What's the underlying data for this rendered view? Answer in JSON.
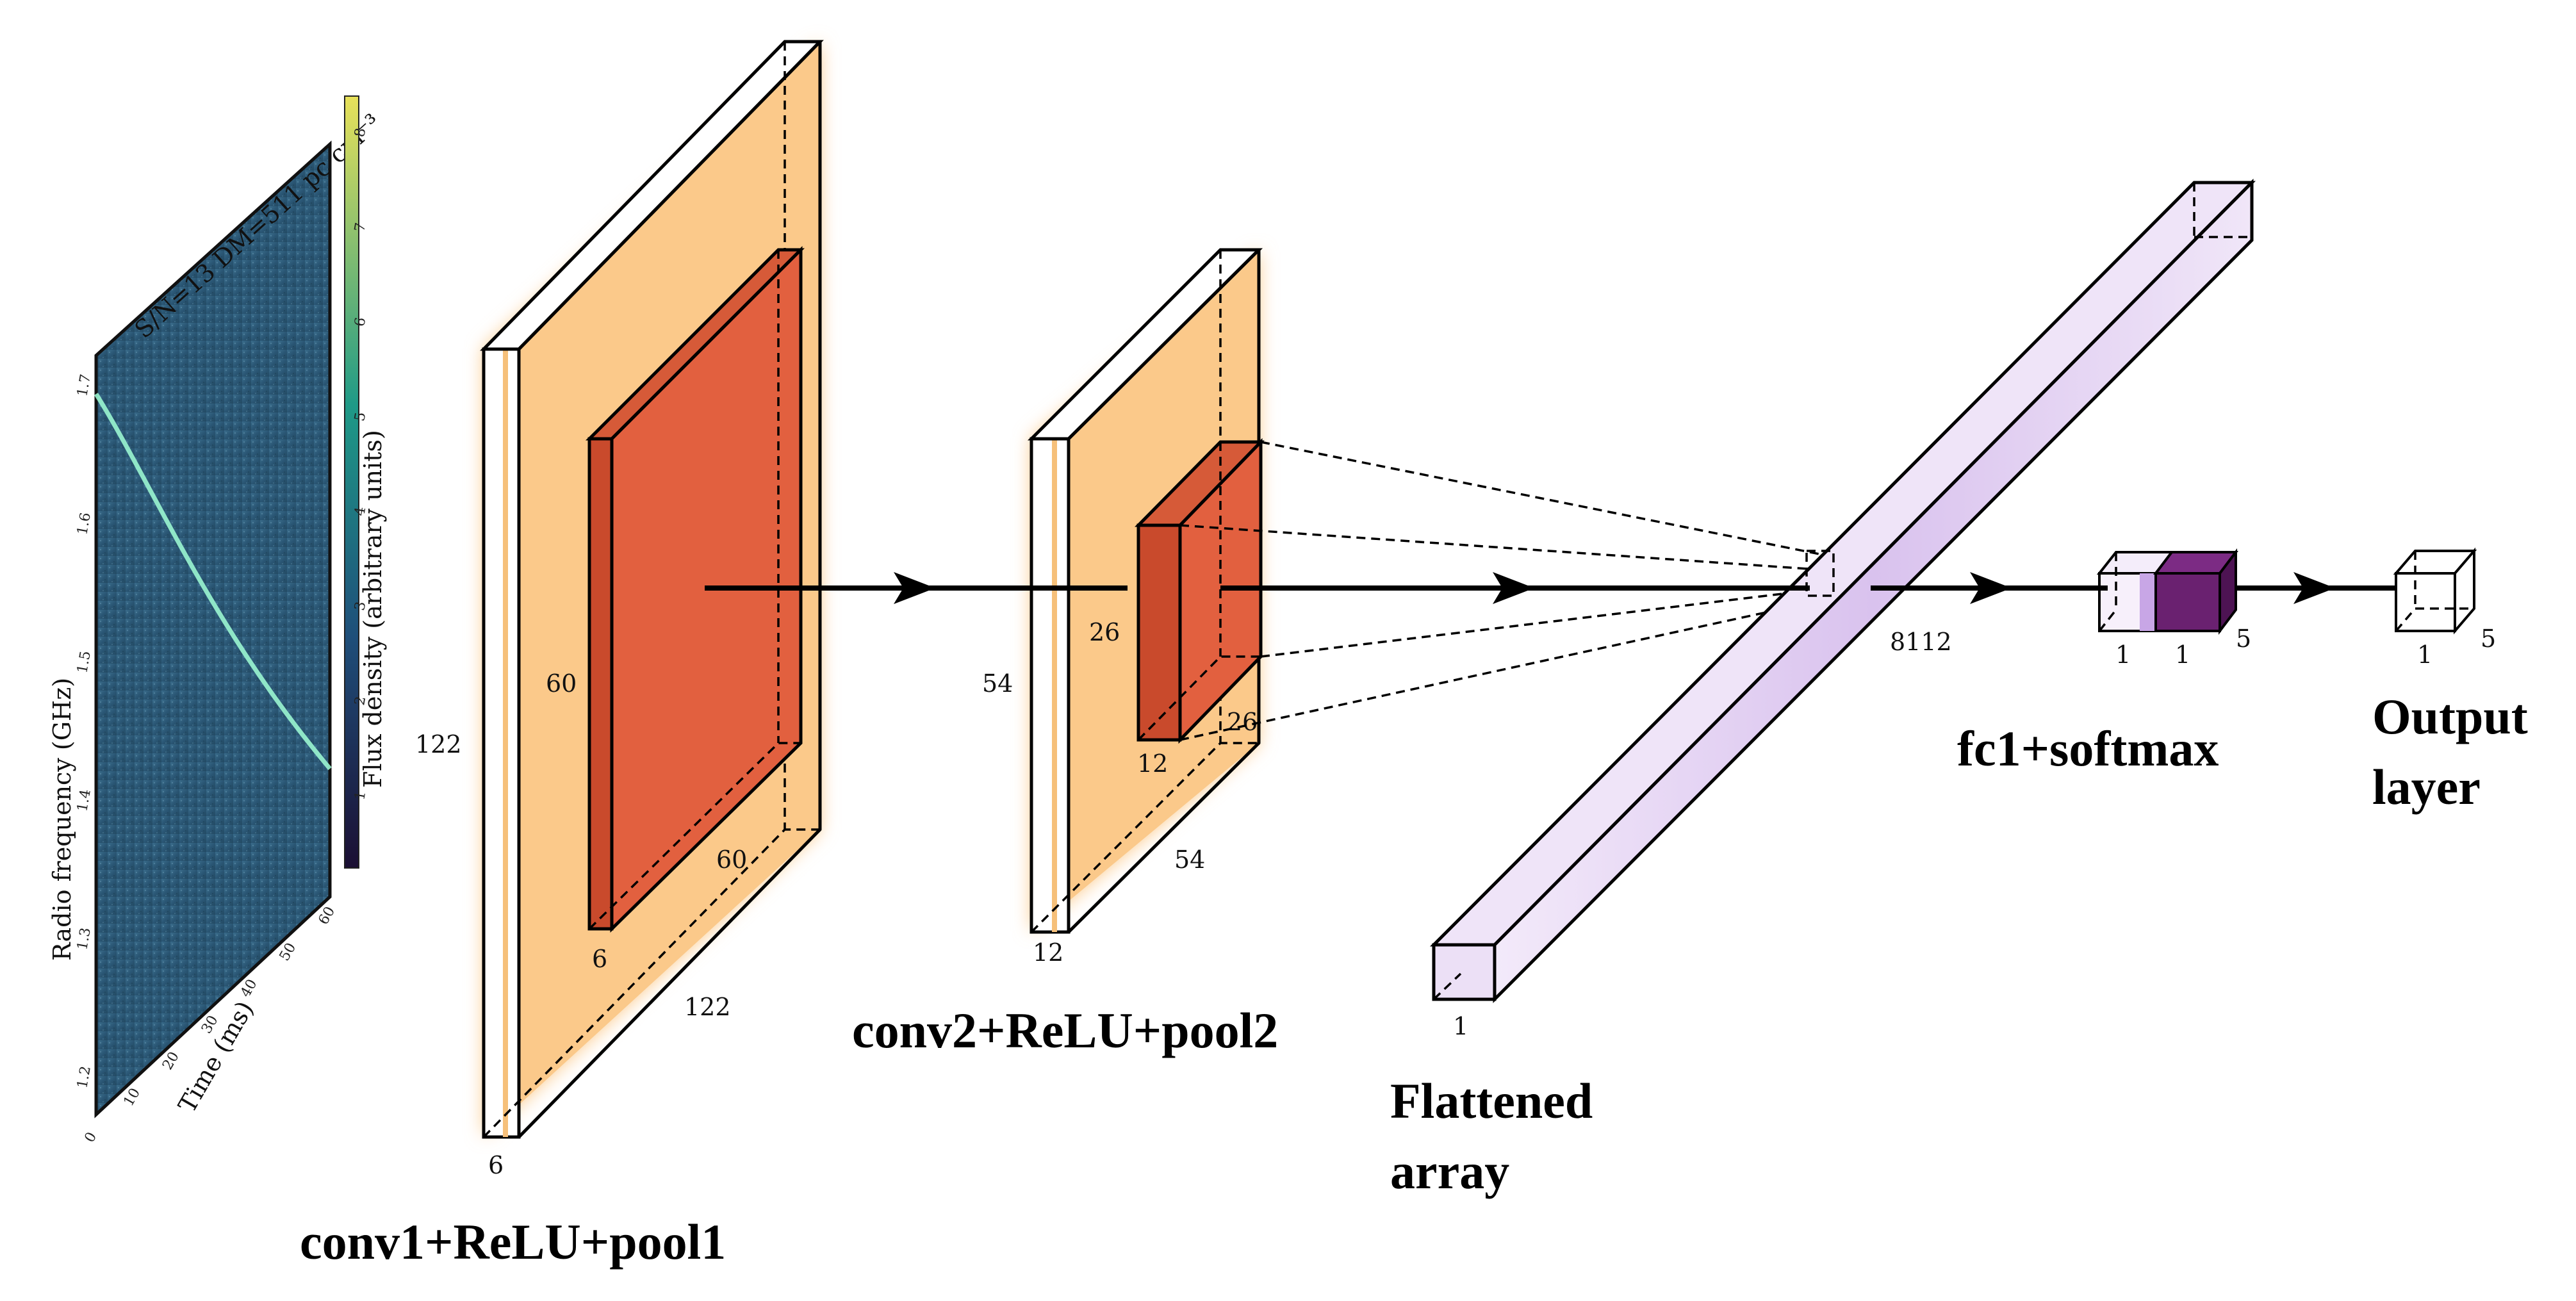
{
  "input_spectrogram": {
    "title": "S/N=13 DM=511 pc cm⁻³",
    "y_axis_label": "Radio frequency (GHz)",
    "x_axis_label": "Time (ms)",
    "x_ticks": [
      "0",
      "10",
      "20",
      "30",
      "40",
      "50",
      "60"
    ],
    "y_ticks": [
      "1.7",
      "1.6",
      "1.5",
      "1.4",
      "1.3",
      "1.2"
    ],
    "colorbar_label": "Flux density (arbitrary units)",
    "colorbar_ticks": [
      "8",
      "7",
      "6",
      "5",
      "4",
      "3",
      "2",
      "1"
    ]
  },
  "layer1": {
    "caption": "conv1+ReLU+pool1",
    "outer_height": "122",
    "outer_width": "122",
    "outer_depth": "6",
    "inner_height": "60",
    "inner_width": "60",
    "inner_depth": "6"
  },
  "layer2": {
    "caption": "conv2+ReLU+pool2",
    "outer_height": "54",
    "outer_width": "54",
    "outer_depth": "12",
    "inner_height": "26",
    "inner_width": "26",
    "inner_depth": "12"
  },
  "flattened": {
    "caption_line1": "Flattened",
    "caption_line2": "array",
    "size": "8112",
    "depth": "1"
  },
  "fc": {
    "caption": "fc1+softmax",
    "dim_a": "1",
    "dim_b": "1",
    "dim_c": "5"
  },
  "output": {
    "caption_line1": "Output",
    "caption_line2": "layer",
    "dim_a": "1",
    "dim_b": "5"
  },
  "colors": {
    "spectrogram_bg": "#2d5b78",
    "signal": "#9af5d0",
    "feature_map": "#fbc98a",
    "kernel": "#e2603f",
    "flat": "#e3d0f2",
    "fc_dark": "#6a2170"
  }
}
